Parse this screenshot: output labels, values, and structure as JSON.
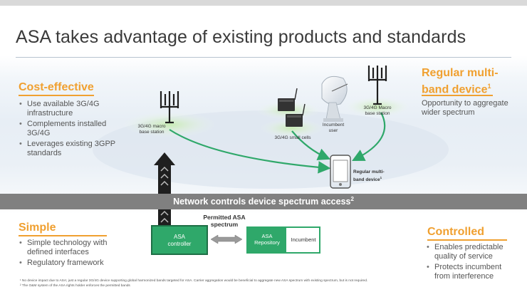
{
  "title": "ASA takes advantage of existing products and standards",
  "sections": {
    "cost_effective": {
      "heading": "Cost-effective",
      "bullets": [
        "Use available 3G/4G infrastructure",
        "Complements installed 3G/4G",
        "Leverages existing 3GPP standards"
      ]
    },
    "regular_device": {
      "heading_line1": "Regular multi-",
      "heading_line2": "band device",
      "heading_sup": "1",
      "text": "Opportunity to aggregate wider spectrum"
    },
    "simple": {
      "heading": "Simple",
      "bullets": [
        "Simple technology with defined interfaces",
        "Regulatory framework"
      ]
    },
    "controlled": {
      "heading": "Controlled",
      "bullets": [
        "Enables predictable quality of service",
        "Protects incumbent from interference"
      ]
    }
  },
  "diagram": {
    "macro_left_label": "3G/4G macro base station",
    "macro_right_label": "3G/4G Macro base station",
    "small_cells_label": "3G/4G small cells",
    "incumbent_user_label": "Incumbent user",
    "device_label": "Regular multi-band device",
    "device_sup": "1",
    "band_text": "Network controls device spectrum access",
    "band_sup": "2",
    "permitted_label": "Permitted ASA spectrum",
    "asa_controller": "ASA controller",
    "asa_repository": "ASA Repository",
    "incumbent": "Incumbent"
  },
  "footnotes": [
    "¹ No device impact due to ASA; just a regular 3G/4G device supporting global harmonized bands targeted for ASA. Carrier aggregation would be beneficial to aggregate new ASA spectrum with existing spectrum, but is not required.",
    "² The O&M system of the ASA  rights holder enforces the permitted bands"
  ],
  "colors": {
    "accent": "#f0a030",
    "green": "#2fa86a",
    "band": "#808080"
  }
}
